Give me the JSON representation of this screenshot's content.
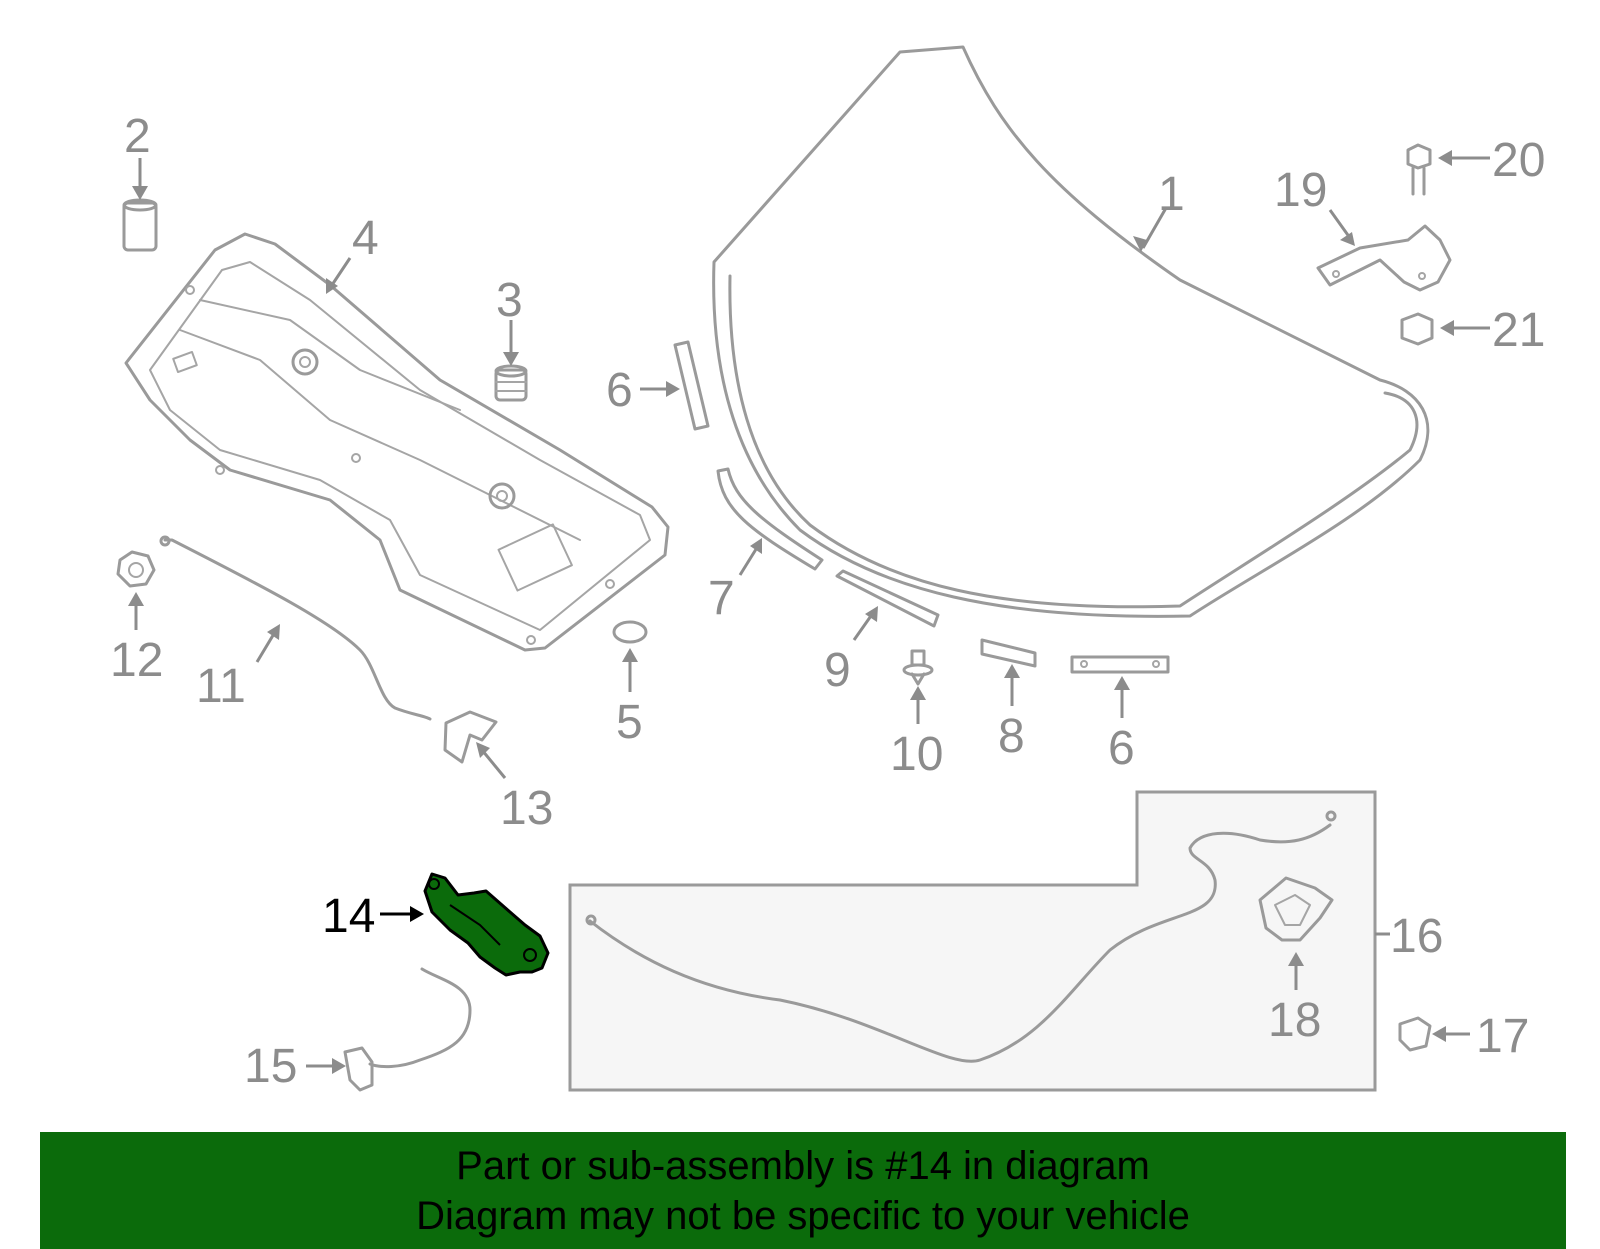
{
  "diagram": {
    "callouts": [
      {
        "id": "1",
        "label": "1"
      },
      {
        "id": "2",
        "label": "2"
      },
      {
        "id": "3",
        "label": "3"
      },
      {
        "id": "4",
        "label": "4"
      },
      {
        "id": "5",
        "label": "5"
      },
      {
        "id": "6a",
        "label": "6"
      },
      {
        "id": "6b",
        "label": "6"
      },
      {
        "id": "7",
        "label": "7"
      },
      {
        "id": "8",
        "label": "8"
      },
      {
        "id": "9",
        "label": "9"
      },
      {
        "id": "10",
        "label": "10"
      },
      {
        "id": "11",
        "label": "11"
      },
      {
        "id": "12",
        "label": "12"
      },
      {
        "id": "13",
        "label": "13"
      },
      {
        "id": "14",
        "label": "14"
      },
      {
        "id": "15",
        "label": "15"
      },
      {
        "id": "16",
        "label": "16"
      },
      {
        "id": "17",
        "label": "17"
      },
      {
        "id": "18",
        "label": "18"
      },
      {
        "id": "19",
        "label": "19"
      },
      {
        "id": "20",
        "label": "20"
      },
      {
        "id": "21",
        "label": "21"
      }
    ],
    "highlighted_part": "14",
    "colors": {
      "highlight_fill": "#0b6b0b",
      "line_art": "#9a9a9a",
      "label_text": "#8c8c8c",
      "highlight_label": "#000000",
      "banner_background": "#0b6b0b"
    }
  },
  "banner": {
    "line1": "Part or sub-assembly is #14 in diagram",
    "line2": "Diagram may not be specific to your vehicle"
  }
}
